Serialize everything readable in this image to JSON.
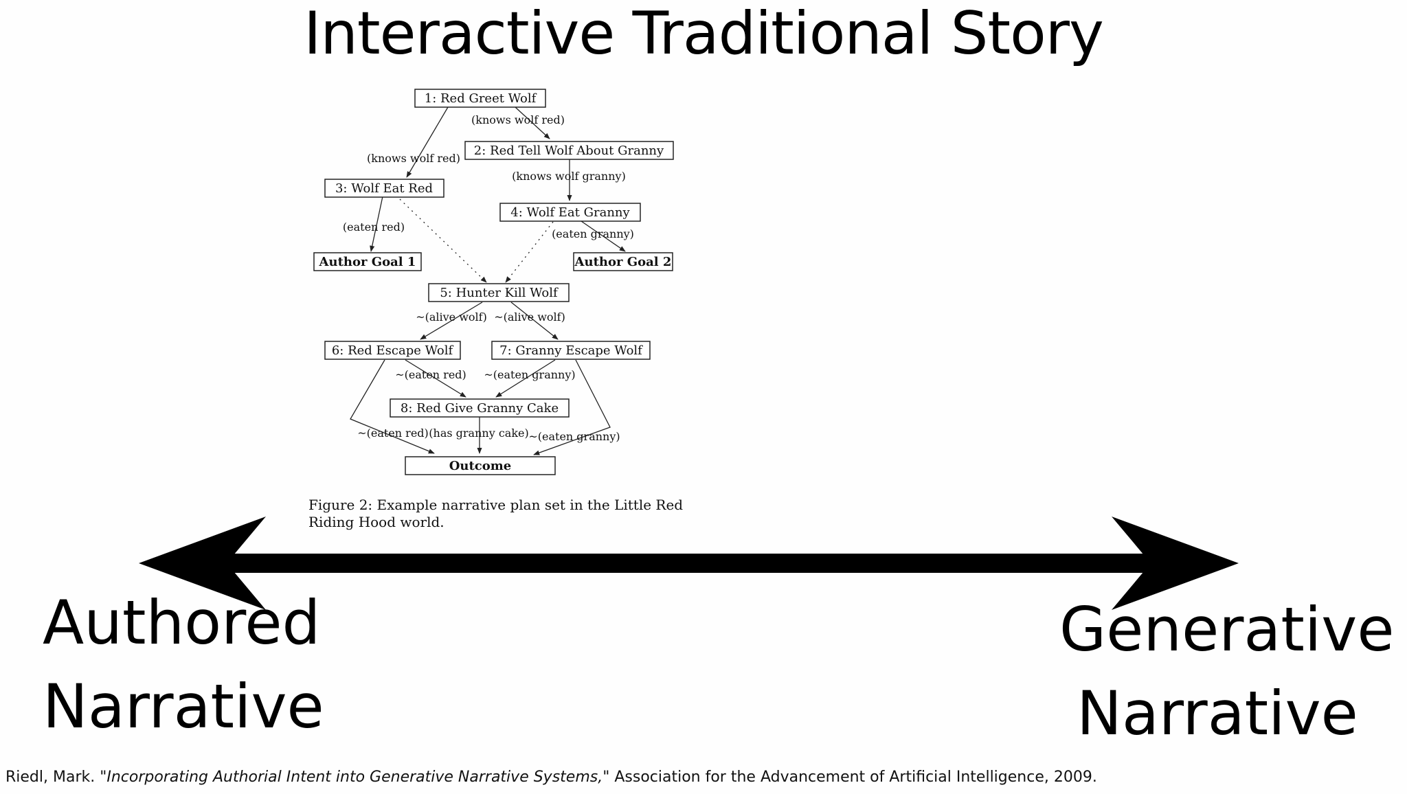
{
  "title": "Interactive Traditional Story",
  "diagram": {
    "nodes": [
      {
        "id": "n1",
        "label": "1: Red Greet Wolf",
        "bold": false
      },
      {
        "id": "n2",
        "label": "2: Red Tell Wolf About Granny",
        "bold": false
      },
      {
        "id": "n3",
        "label": "3: Wolf Eat Red",
        "bold": false
      },
      {
        "id": "n4",
        "label": "4: Wolf Eat Granny",
        "bold": false
      },
      {
        "id": "g1",
        "label": "Author Goal 1",
        "bold": true
      },
      {
        "id": "g2",
        "label": "Author Goal 2",
        "bold": true
      },
      {
        "id": "n5",
        "label": "5: Hunter Kill Wolf",
        "bold": false
      },
      {
        "id": "n6",
        "label": "6: Red Escape Wolf",
        "bold": false
      },
      {
        "id": "n7",
        "label": "7: Granny Escape Wolf",
        "bold": false
      },
      {
        "id": "n8",
        "label": "8: Red Give Granny Cake",
        "bold": false
      },
      {
        "id": "out",
        "label": "Outcome",
        "bold": true
      }
    ],
    "edges": [
      {
        "from": "n1",
        "to": "n2",
        "label": "(knows wolf red)",
        "style": "solid"
      },
      {
        "from": "n1",
        "to": "n3",
        "label": "(knows wolf red)",
        "style": "solid"
      },
      {
        "from": "n2",
        "to": "n4",
        "label": "(knows wolf granny)",
        "style": "solid"
      },
      {
        "from": "n3",
        "to": "g1",
        "label": "(eaten red)",
        "style": "solid"
      },
      {
        "from": "n4",
        "to": "g2",
        "label": "(eaten granny)",
        "style": "solid"
      },
      {
        "from": "n3",
        "to": "n5",
        "label": "",
        "style": "dotted"
      },
      {
        "from": "n4",
        "to": "n5",
        "label": "",
        "style": "dotted"
      },
      {
        "from": "n5",
        "to": "n6",
        "label": "~(alive wolf)",
        "style": "solid"
      },
      {
        "from": "n5",
        "to": "n7",
        "label": "~(alive wolf)",
        "style": "solid"
      },
      {
        "from": "n6",
        "to": "n8",
        "label": "~(eaten red)",
        "style": "solid"
      },
      {
        "from": "n7",
        "to": "n8",
        "label": "~(eaten granny)",
        "style": "solid"
      },
      {
        "from": "n6",
        "to": "out",
        "label": "~(eaten red)",
        "style": "solid"
      },
      {
        "from": "n8",
        "to": "out",
        "label": "(has granny cake)",
        "style": "solid"
      },
      {
        "from": "n7",
        "to": "out",
        "label": "~(eaten granny)",
        "style": "solid"
      }
    ],
    "caption": "Figure 2: Example narrative plan set in the Little Red Riding Hood world."
  },
  "spectrum": {
    "left_label": [
      "Authored",
      "Narrative"
    ],
    "right_label": [
      "Generative",
      "Narrative"
    ]
  },
  "citation": {
    "author": "Riedl, Mark.",
    "paper_title": "\"Incorporating Authorial Intent into Generative Narrative Systems,\"",
    "venue": "Association for the Advancement of Artificial Intelligence, 2009."
  }
}
